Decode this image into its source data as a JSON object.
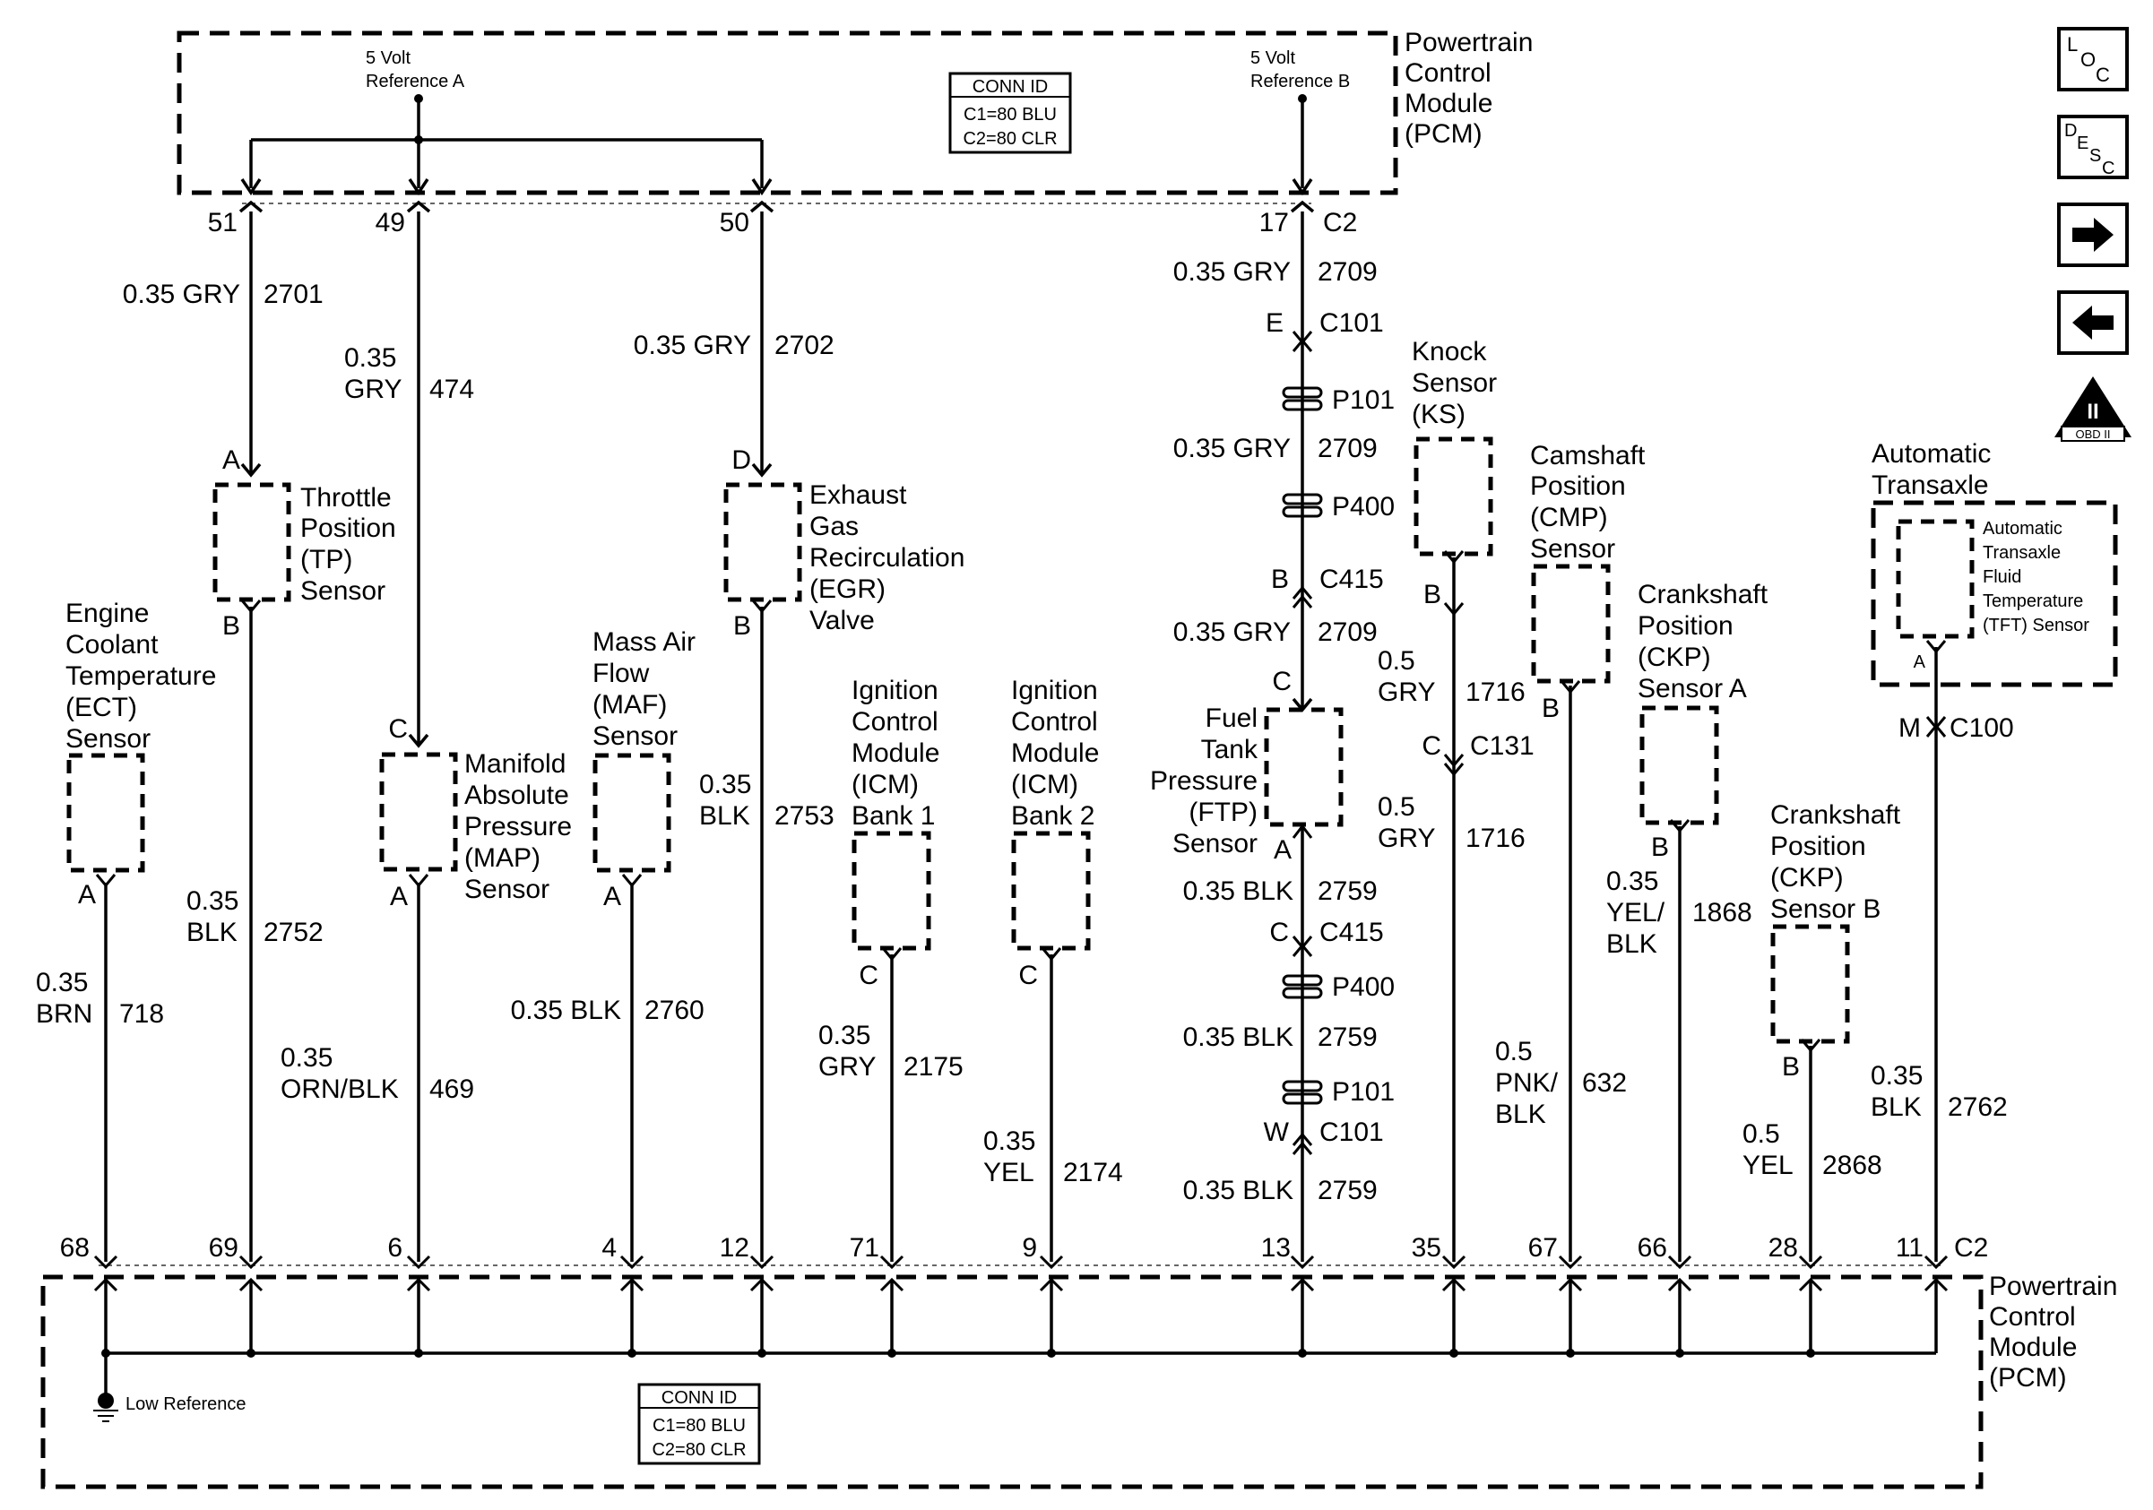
{
  "pcm_top": {
    "label": [
      "Powertrain",
      "Control",
      "Module",
      "(PCM)"
    ],
    "ref_a": [
      "5 Volt",
      "Reference A"
    ],
    "ref_b": [
      "5 Volt",
      "Reference B"
    ],
    "conn_id": {
      "title": "CONN ID",
      "c1": "C1=80 BLU",
      "c2": "C2=80 CLR"
    },
    "pins": [
      "51",
      "49",
      "50",
      "17"
    ],
    "connector": "C2"
  },
  "pcm_bottom": {
    "label": [
      "Powertrain",
      "Control",
      "Module",
      "(PCM)"
    ],
    "low_ref": "Low Reference",
    "conn_id": {
      "title": "CONN ID",
      "c1": "C1=80 BLU",
      "c2": "C2=80 CLR"
    },
    "pins": [
      "68",
      "69",
      "6",
      "4",
      "12",
      "71",
      "9",
      "13",
      "35",
      "67",
      "66",
      "28",
      "11"
    ],
    "connector": "C2"
  },
  "components": {
    "ect": [
      "Engine",
      "Coolant",
      "Temperature",
      "(ECT)",
      "Sensor"
    ],
    "tp": [
      "Throttle",
      "Position",
      "(TP)",
      "Sensor"
    ],
    "map": [
      "Manifold",
      "Absolute",
      "Pressure",
      "(MAP)",
      "Sensor"
    ],
    "maf": [
      "Mass Air",
      "Flow",
      "(MAF)",
      "Sensor"
    ],
    "egr": [
      "Exhaust",
      "Gas",
      "Recirculation",
      "(EGR)",
      "Valve"
    ],
    "icm1": [
      "Ignition",
      "Control",
      "Module",
      "(ICM)",
      "Bank 1"
    ],
    "icm2": [
      "Ignition",
      "Control",
      "Module",
      "(ICM)",
      "Bank 2"
    ],
    "ftp": [
      "Fuel",
      "Tank",
      "Pressure",
      "(FTP)",
      "Sensor"
    ],
    "ks": [
      "Knock",
      "Sensor",
      "(KS)"
    ],
    "cmp": [
      "Camshaft",
      "Position",
      "(CMP)",
      "Sensor"
    ],
    "ckp_a": [
      "Crankshaft",
      "Position",
      "(CKP)",
      "Sensor A"
    ],
    "ckp_b": [
      "Crankshaft",
      "Position",
      "(CKP)",
      "Sensor B"
    ],
    "trans": [
      "Automatic",
      "Transaxle"
    ],
    "tft": [
      "Automatic",
      "Transaxle",
      "Fluid",
      "Temperature",
      "(TFT) Sensor"
    ]
  },
  "pin_letters": {
    "tp_a": "A",
    "tp_b": "B",
    "map_c": "C",
    "map_a": "A",
    "egr_d": "D",
    "egr_b": "B",
    "ect_a": "A",
    "maf_a": "A",
    "icm1_c": "C",
    "icm2_c": "C",
    "ftp_c": "C",
    "ftp_a": "A",
    "ks_b": "B",
    "cmp_b": "B",
    "ckpa_b": "B",
    "ckpb_b": "B",
    "tft_a": "A"
  },
  "wires": {
    "w2701": [
      "0.35 GRY",
      "2701"
    ],
    "w474": [
      "0.35",
      "GRY",
      "474"
    ],
    "w2702": [
      "0.35 GRY",
      "2702"
    ],
    "w2709a": [
      "0.35 GRY",
      "2709"
    ],
    "w2709b": [
      "0.35 GRY",
      "2709"
    ],
    "w2709c": [
      "0.35 GRY",
      "2709"
    ],
    "w718": [
      "0.35",
      "BRN",
      "718"
    ],
    "w2752": [
      "0.35",
      "BLK",
      "2752"
    ],
    "w469": [
      "0.35",
      "ORN/BLK",
      "469"
    ],
    "w2760": [
      "0.35 BLK",
      "2760"
    ],
    "w2753": [
      "0.35",
      "BLK",
      "2753"
    ],
    "w2175": [
      "0.35",
      "GRY",
      "2175"
    ],
    "w2174": [
      "0.35",
      "YEL",
      "2174"
    ],
    "w2759a": [
      "0.35 BLK",
      "2759"
    ],
    "w2759b": [
      "0.35 BLK",
      "2759"
    ],
    "w2759c": [
      "0.35 BLK",
      "2759"
    ],
    "w1716a": [
      "0.5",
      "GRY",
      "1716"
    ],
    "w1716b": [
      "0.5",
      "GRY",
      "1716"
    ],
    "w632": [
      "0.5",
      "PNK/",
      "BLK",
      "632"
    ],
    "w1868": [
      "0.35",
      "YEL/",
      "BLK",
      "1868"
    ],
    "w2868": [
      "0.5",
      "YEL",
      "2868"
    ],
    "w2762": [
      "0.35",
      "BLK",
      "2762"
    ]
  },
  "inline_connectors": {
    "e_c101": [
      "E",
      "C101"
    ],
    "p101a": "P101",
    "p400a": "P400",
    "b_c415": [
      "B",
      "C415"
    ],
    "c_c131": [
      "C",
      "C131"
    ],
    "m_c100": [
      "M",
      "C100"
    ],
    "c_c415": [
      "C",
      "C415"
    ],
    "p400b": "P400",
    "p101b": "P101",
    "w_c101": [
      "W",
      "C101"
    ]
  },
  "nav": {
    "loc": [
      "L",
      "O",
      "C"
    ],
    "desc": [
      "D",
      "E",
      "S",
      "C"
    ],
    "obd_mark": "II",
    "obd_label": "OBD II"
  }
}
